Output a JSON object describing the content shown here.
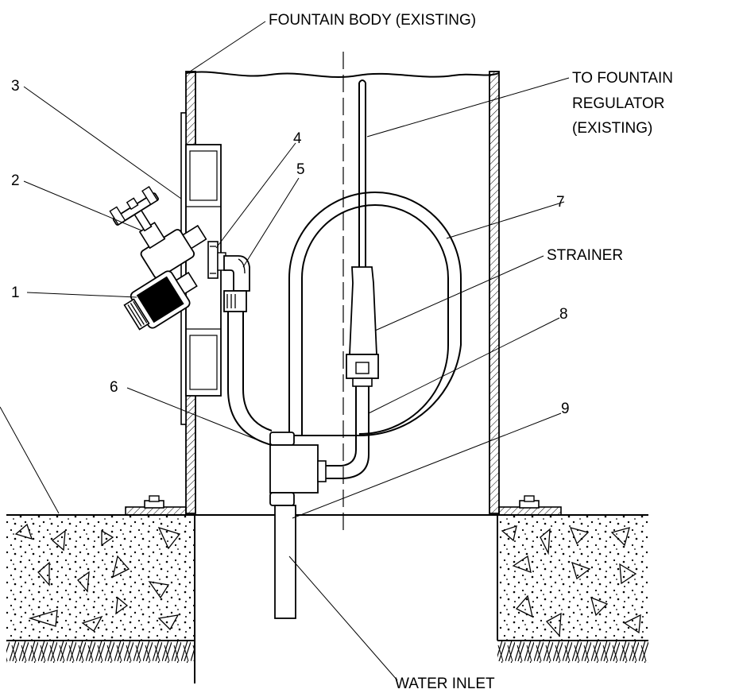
{
  "labels": {
    "fountain_body": "FOUNTAIN BODY (EXISTING)",
    "to_regulator_1": "TO FOUNTAIN",
    "to_regulator_2": "REGULATOR",
    "to_regulator_3": "(EXISTING)",
    "strainer": "STRAINER",
    "water_inlet": "WATER INLET",
    "callouts": [
      "1",
      "2",
      "3",
      "4",
      "5",
      "6",
      "7",
      "8",
      "9"
    ]
  },
  "colors": {
    "line": "#000000",
    "background": "#ffffff"
  }
}
